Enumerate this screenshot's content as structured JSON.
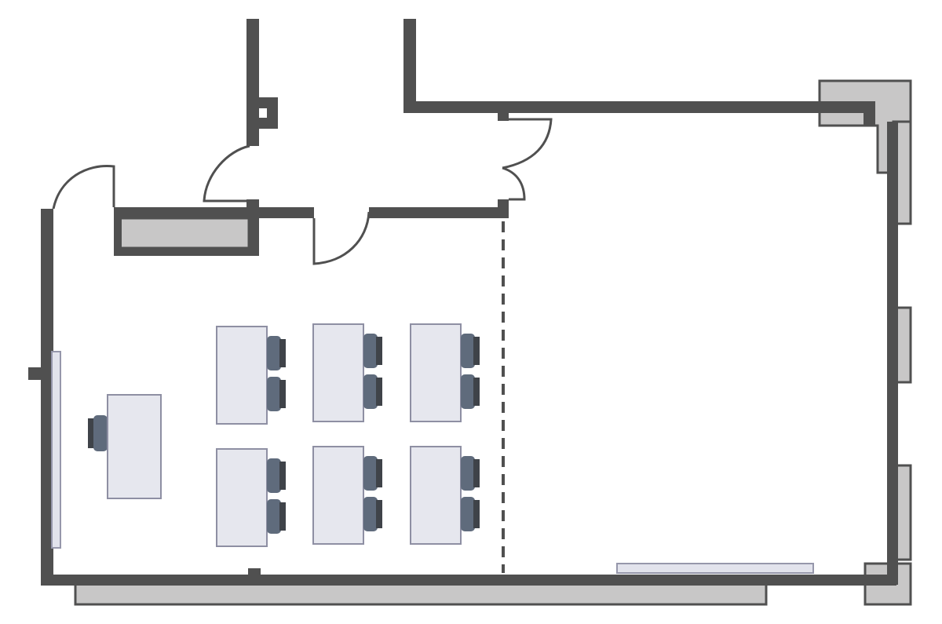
{
  "colors": {
    "wall": "#505050",
    "fixture": "#c8c7c7",
    "desk": "#e6e7ee",
    "desk_stroke": "#8e8fa3",
    "chair": "#5f6b7c",
    "board": "#e2e3ec",
    "board_stroke": "#9697ab"
  },
  "layout": {
    "student_desks": 6,
    "teacher_desks": 1,
    "chairs_per_student_desk": 2,
    "doors": 4,
    "divider_style": "dashed"
  }
}
